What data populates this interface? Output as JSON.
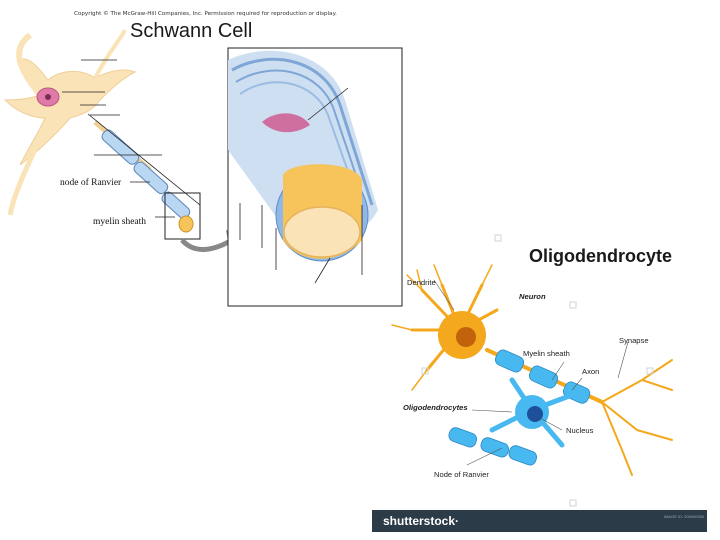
{
  "schwann": {
    "copyright": "Copyright © The McGraw-Hill Companies, Inc. Permission required for reproduction or display.",
    "title": "Schwann Cell",
    "labels": {
      "node_of_ranvier": "node of Ranvier",
      "myelin_sheath": "myelin sheath"
    }
  },
  "oligodendrocyte": {
    "title": "Oligodendrocyte",
    "labels": {
      "dendrite": "Dendrite",
      "neuron": "Neuron",
      "synapse": "Synapse",
      "myelin_sheath": "Myelin sheath",
      "axon": "Axon",
      "oligodendrocytes": "Oligodendrocytes",
      "nucleus": "Nucleus",
      "node_of_ranvier": "Node of Ranvier"
    }
  },
  "footer": {
    "logo": "shutterstock·",
    "image_id": "IMAGE ID: 000000000"
  },
  "colors": {
    "cell_body": "#fbe3b8",
    "nucleus_pink": "#e07aa8",
    "myelin_blue": "#7fb6ea",
    "axon_yellow": "#f6c45a",
    "neuron_orange": "#f4a81d",
    "oligo_blue": "#48b8f0",
    "footer_dark": "#2b3b47"
  }
}
